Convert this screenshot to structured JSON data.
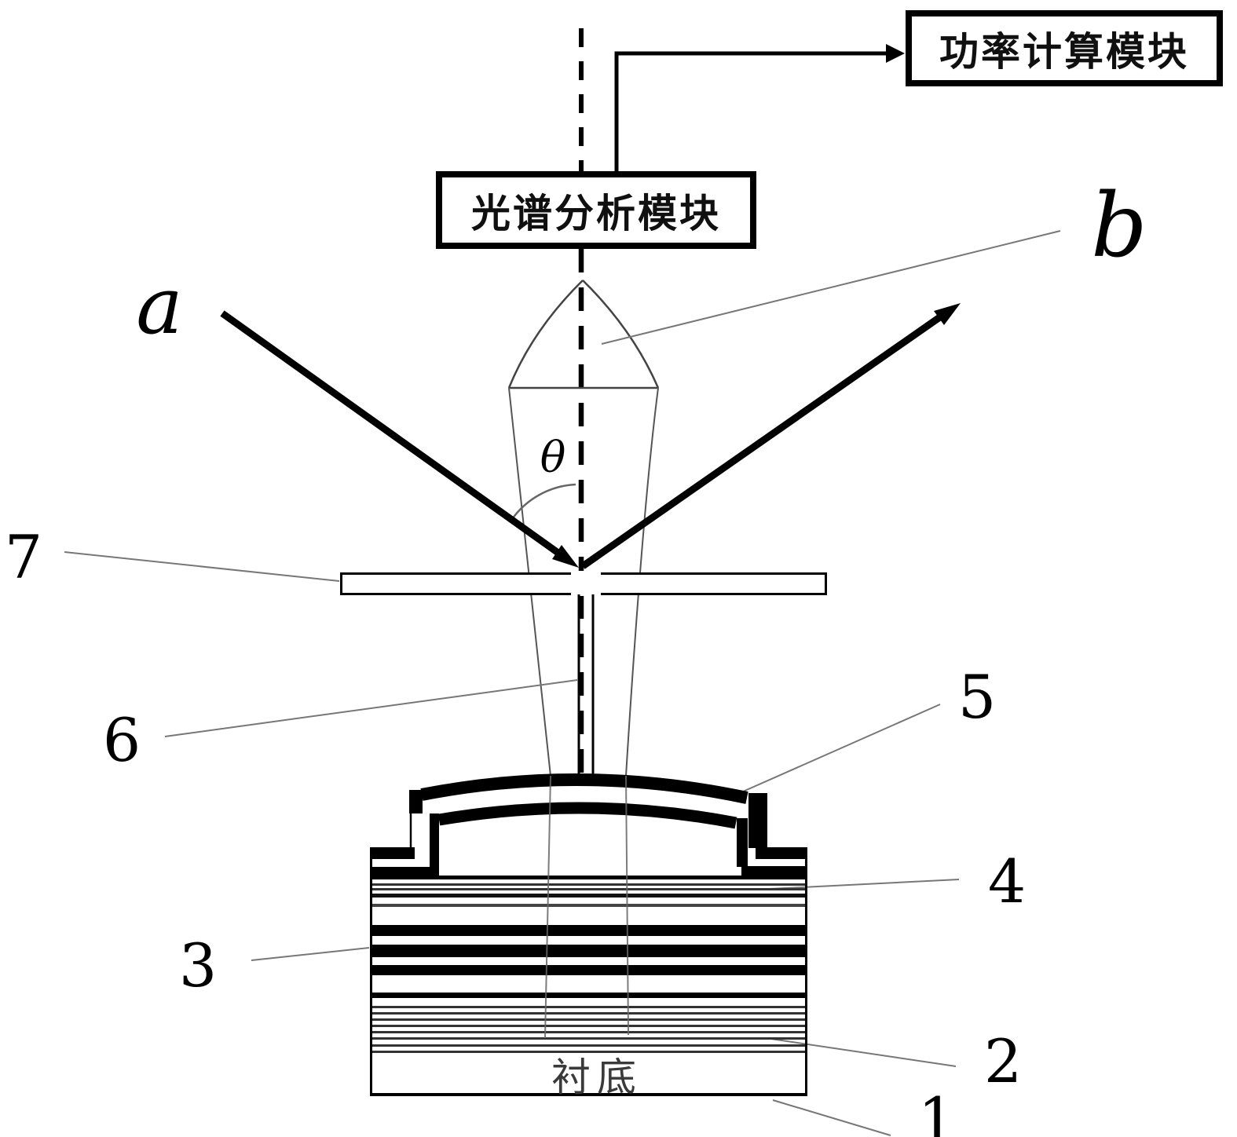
{
  "boxes": {
    "power_module": "功率计算模块",
    "spectrum_module": "光谱分析模块"
  },
  "beam": {
    "incident_label": "a",
    "reflected_label": "b",
    "angle_label": "θ"
  },
  "part_numbers": {
    "p1": "1",
    "p2": "2",
    "p3": "3",
    "p4": "4",
    "p5": "5",
    "p6": "6",
    "p7": "7"
  },
  "device": {
    "substrate_text": "衬底"
  },
  "colors": {
    "ink": "#000000",
    "leader": "#777777"
  }
}
